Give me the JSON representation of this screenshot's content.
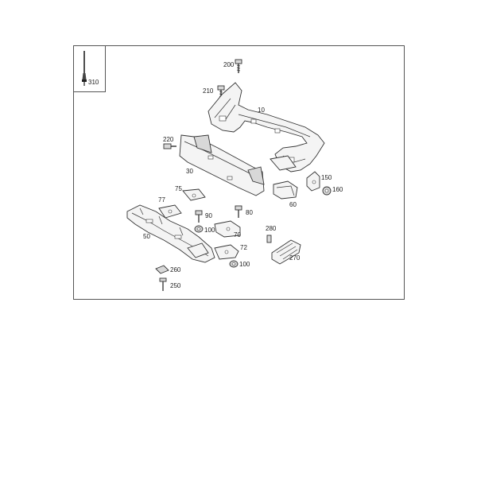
{
  "diagram": {
    "callouts": [
      "310",
      "200",
      "210",
      "10",
      "220",
      "30",
      "150",
      "160",
      "60",
      "75",
      "77",
      "90",
      "80",
      "100",
      "50",
      "70",
      "72",
      "100",
      "280",
      "270",
      "260",
      "250"
    ]
  }
}
